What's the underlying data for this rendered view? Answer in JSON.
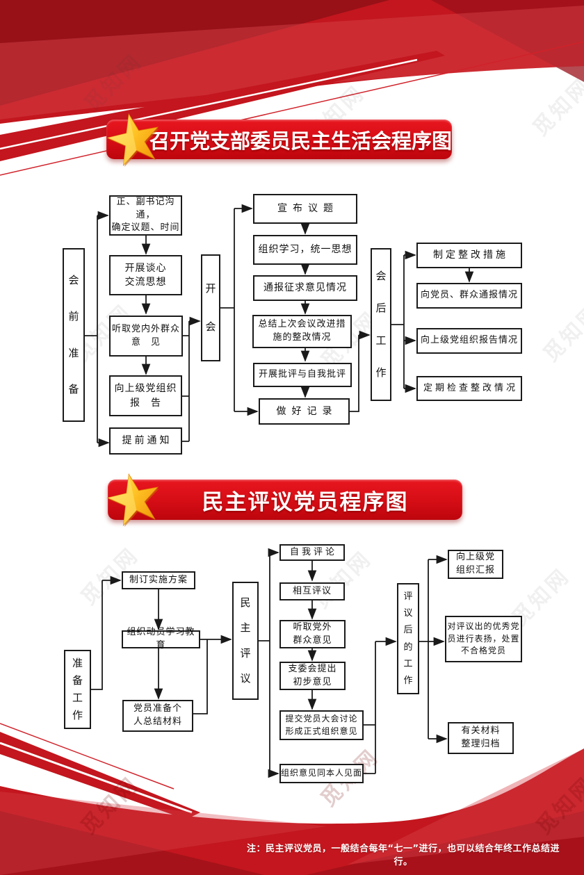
{
  "watermark": {
    "text": "觅知网"
  },
  "colors": {
    "main_red": "#c3161e",
    "deep_red": "#9a1019",
    "light_red": "#d8444c",
    "banner_red": "#d50d15",
    "star_gold": "#ffc527",
    "box_border": "#1a1a1a"
  },
  "chart1": {
    "title": "召开党支部委员民主生活会程序图",
    "stages": {
      "pre": "会前准备",
      "meeting": "开会",
      "post": "会后工作"
    },
    "pre_steps": [
      "正、副书记沟通，\n确定议题、时间",
      "开展谈心\n交流思想",
      "听取党内外群众\n意　见",
      "向上级党组织\n报　告",
      "提前通知"
    ],
    "meeting_steps": [
      "宣布议题",
      "组织学习，统一思想",
      "通报征求意见情况",
      "总结上次会议改进措\n施的整改情况",
      "开展批评与自我批评",
      "做好记录"
    ],
    "post_steps": [
      "制定整改措施",
      "向党员、群众通报情况",
      "向上级党组织报告情况",
      "定期检查整改情况"
    ]
  },
  "chart2": {
    "title": "民主评议党员程序图",
    "stages": {
      "prep": "准备工作",
      "review": "民主评议",
      "after": "评议后的工作"
    },
    "prep_steps": [
      "制订实施方案",
      "组织动员学习教育",
      "党员准备个\n人总结材料"
    ],
    "review_steps": [
      "自我评论",
      "相互评议",
      "听取党外\n群众意见",
      "支委会提出\n初步意见",
      "提交党员大会讨论\n形成正式组织意见",
      "组织意见同本人见面"
    ],
    "after_steps": [
      "向上级党\n组织汇报",
      "对评议出的优秀党\n员进行表扬，处置\n不合格党员",
      "有关材料\n整理归档"
    ]
  },
  "footer": {
    "note": "注：民主评议党员，一般结合每年“七一”进行，也可以结合年终工作总结进行。"
  }
}
